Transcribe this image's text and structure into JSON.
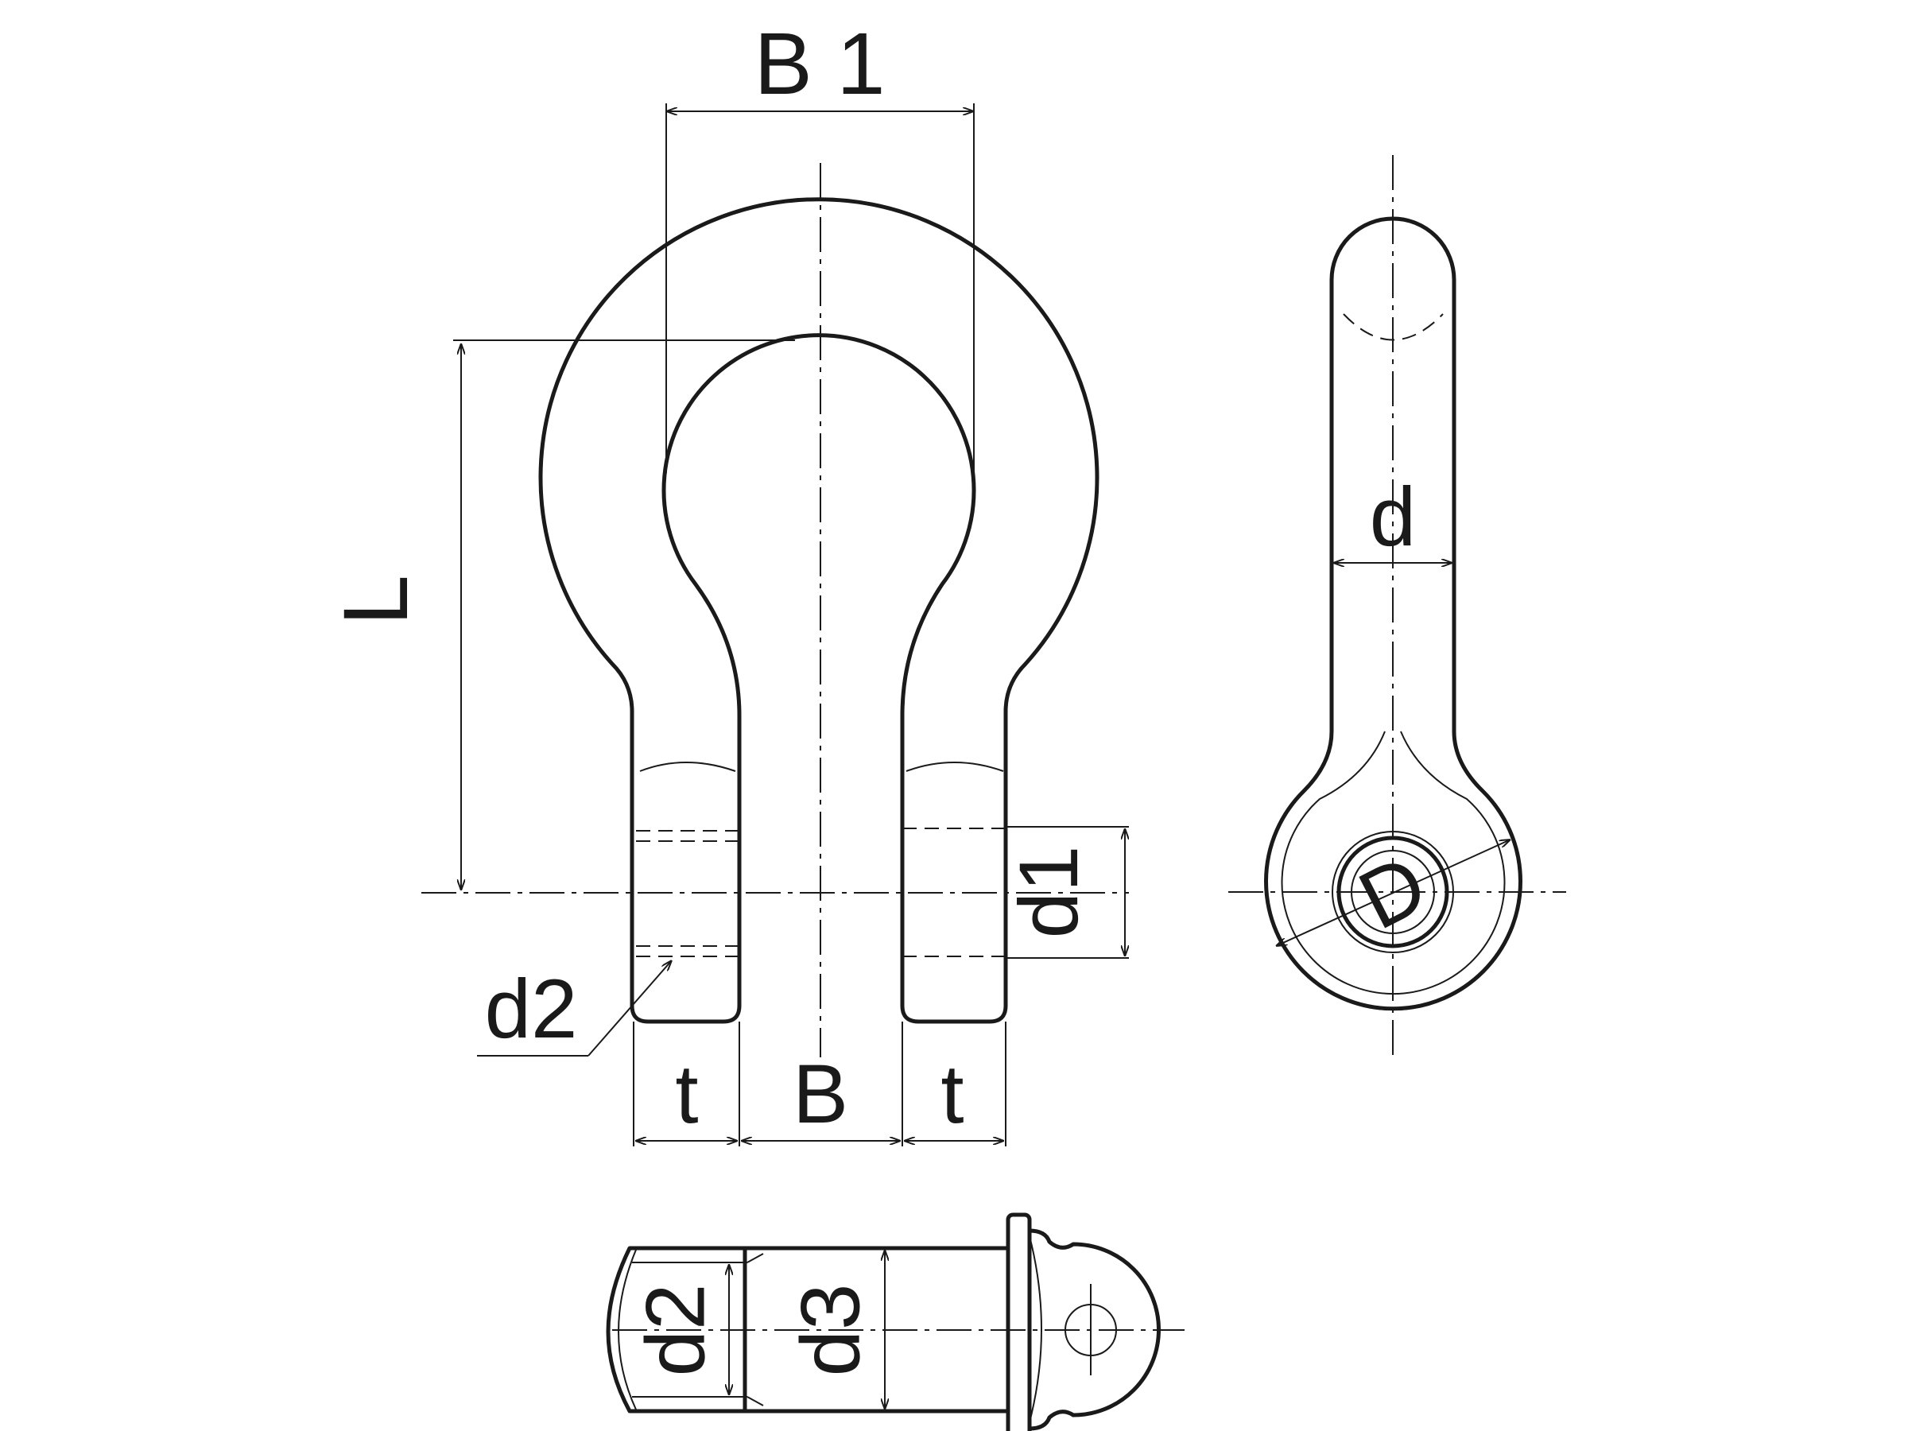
{
  "labels": {
    "B1": "B 1",
    "L": "L",
    "d": "d",
    "d1": "d1",
    "d2": "d2",
    "t_left": "t",
    "B": "B",
    "t_right": "t",
    "D": "D",
    "pin_d2": "d2",
    "pin_d3": "d3"
  },
  "colors": {
    "line": "#1a1a1a",
    "background": "#ffffff"
  }
}
